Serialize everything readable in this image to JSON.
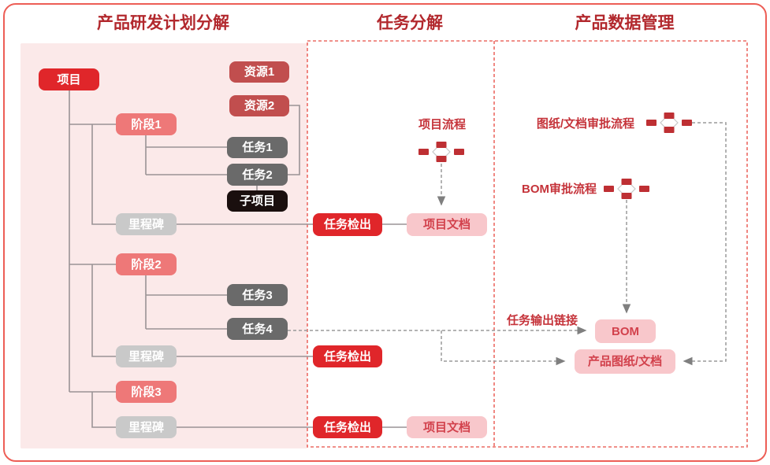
{
  "header": {
    "col1": "产品研发计划分解",
    "col2": "任务分解",
    "col3": "产品数据管理"
  },
  "nodes": {
    "project": "项目",
    "phase1": "阶段1",
    "phase2": "阶段2",
    "phase3": "阶段3",
    "milestone": "里程碑",
    "resource1": "资源1",
    "resource2": "资源2",
    "task1": "任务1",
    "task2": "任务2",
    "task3": "任务3",
    "task4": "任务4",
    "subproject": "子项目",
    "task_checkout": "任务检出",
    "project_doc": "项目文档",
    "bom": "BOM",
    "product_drawing_doc": "产品图纸/文档"
  },
  "labels": {
    "project_flow": "项目流程",
    "drawing_doc_approval_flow": "图纸/文档审批流程",
    "bom_approval_flow": "BOM审批流程",
    "task_output_link": "任务输出链接"
  },
  "icons": {
    "workflow": "workflow-icon"
  },
  "colors": {
    "bright_red": "#e0262a",
    "salmon": "#ee7878",
    "brick_red": "#c14e4e",
    "dark_gray": "#6a6a6a",
    "light_gray": "#c9c9c9",
    "near_black": "#1a0f0e",
    "pink_fill": "#f8c7cb",
    "pink_text": "#d2414c",
    "header_red": "#b2282d",
    "panel_pink": "#fbe9e9",
    "dashed_border_red": "#ec6b64",
    "frame_border_red": "#ed5e56",
    "connector_gray": "#9a9395"
  }
}
